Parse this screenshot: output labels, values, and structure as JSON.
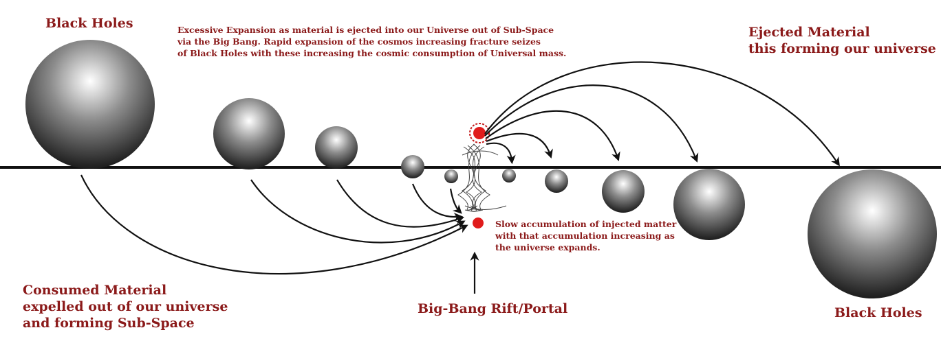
{
  "colors": {
    "label_text": "#8b1a1a",
    "lines": "#111111",
    "red_dot": "#e01b1b",
    "sphere_light": "#ffffff",
    "sphere_dark": "#1c1c1c"
  },
  "labels": {
    "black_holes_left": "Black Holes",
    "black_holes_right": "Black Holes",
    "excessive_expansion": "Excessive Expansion as material is ejected into our Universe out of Sub-Space\nvia the Big Bang. Rapid expansion of the cosmos increasing fracture seizes\nof Black Holes with these increasing the cosmic consumption of Universal mass.",
    "ejected_material": "Ejected Material\nthis forming our universe",
    "slow_accumulation": "Slow accumulation of injected matter\nwith that accumulation increasing as\nthe universe expands.",
    "consumed_material": "Consumed Material\nexpelled out of our universe\nand forming Sub-Space",
    "big_bang_rift": "Big-Bang Rift/Portal"
  },
  "icons": {
    "spheres": "black-hole-sphere",
    "red_dots": "matter-dot",
    "vortex": "rift-vortex"
  }
}
